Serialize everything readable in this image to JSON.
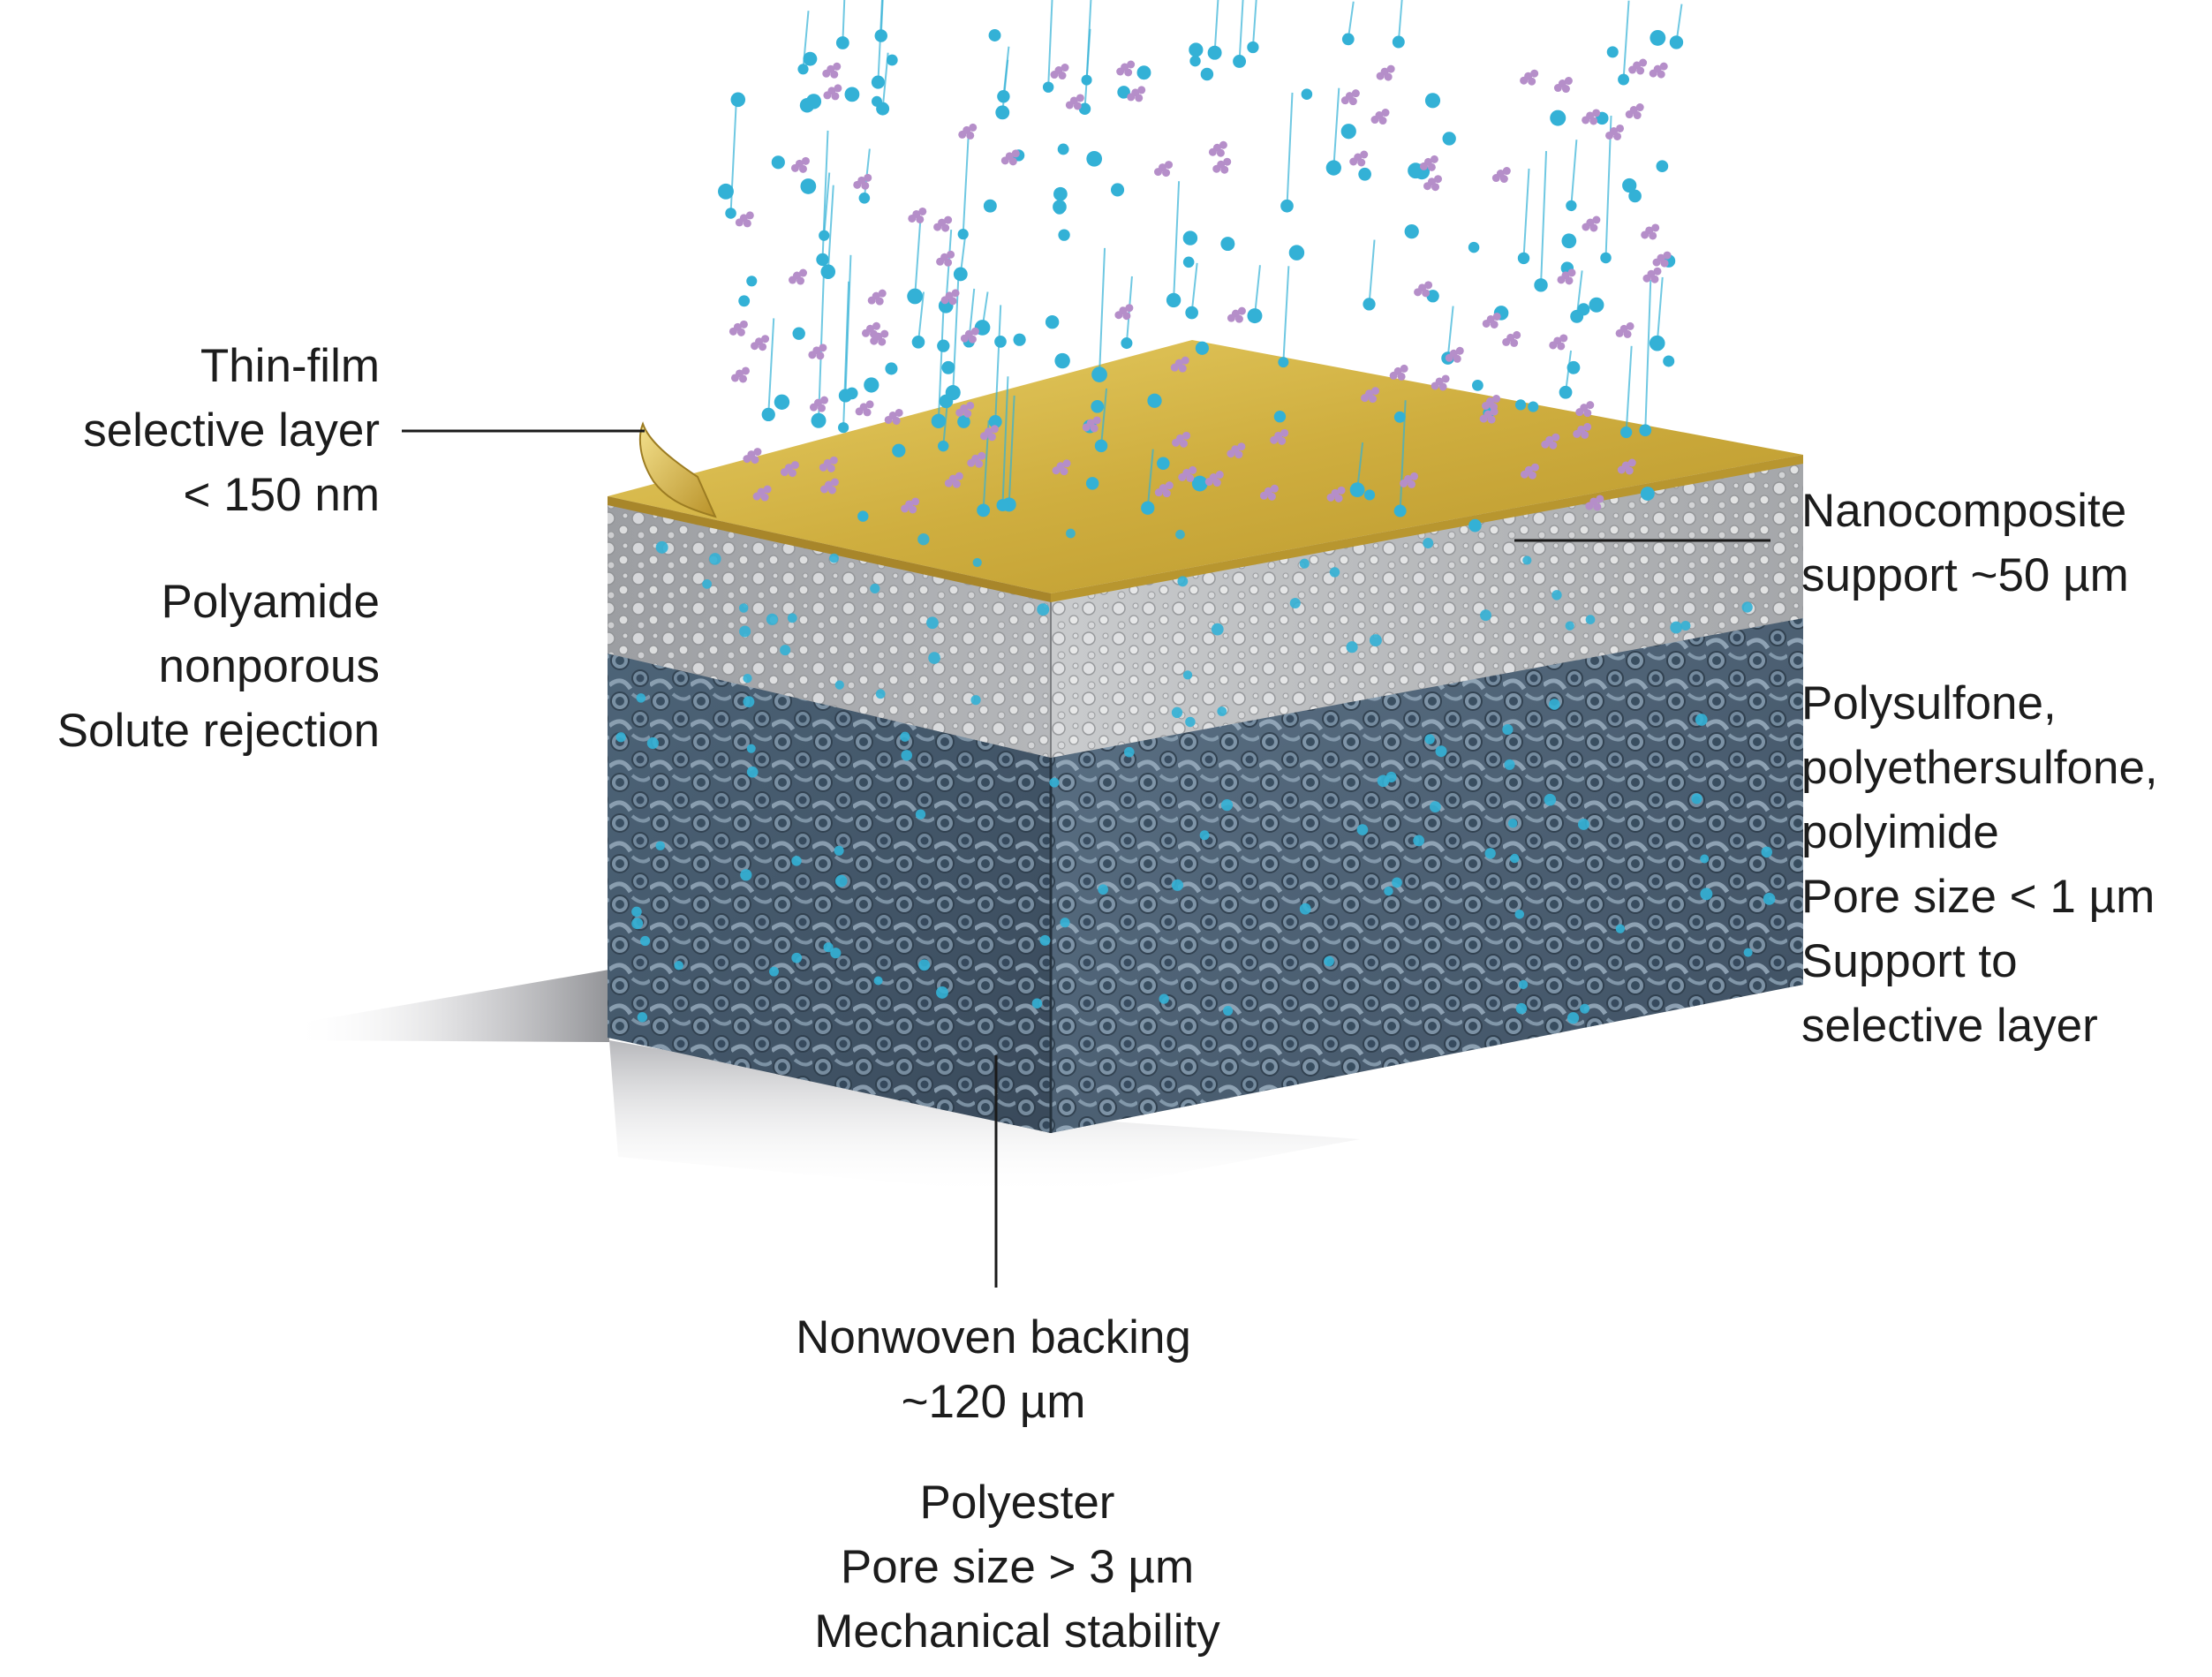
{
  "labels": {
    "thin_film": {
      "title_lines": [
        "Thin-film",
        "selective layer",
        "< 150 nm"
      ],
      "property_lines": [
        "Polyamide",
        "nonporous",
        "Solute rejection"
      ]
    },
    "nanocomposite": {
      "title_lines": [
        "Nanocomposite",
        "support ~50 µm"
      ],
      "property_lines": [
        "Polysulfone,",
        "polyethersulfone,",
        "polyimide",
        "Pore size < 1 µm",
        "Support to",
        "selective layer"
      ]
    },
    "nonwoven": {
      "title_lines": [
        "Nonwoven backing",
        "~120 µm"
      ],
      "property_lines": [
        "Polyester",
        "Pore size > 3 µm",
        "Mechanical stability"
      ]
    }
  },
  "colors": {
    "selective_layer": "#c9a93a",
    "selective_layer_highlight": "#e6cf6a",
    "support_layer": "#a9abad",
    "support_layer_light": "#d6d8da",
    "backing_layer": "#3f566a",
    "backing_layer_light": "#6c8397",
    "water_droplet": "#33b1d6",
    "solute_particle": "#b58ec9",
    "leader_line": "#1a1a1a"
  }
}
